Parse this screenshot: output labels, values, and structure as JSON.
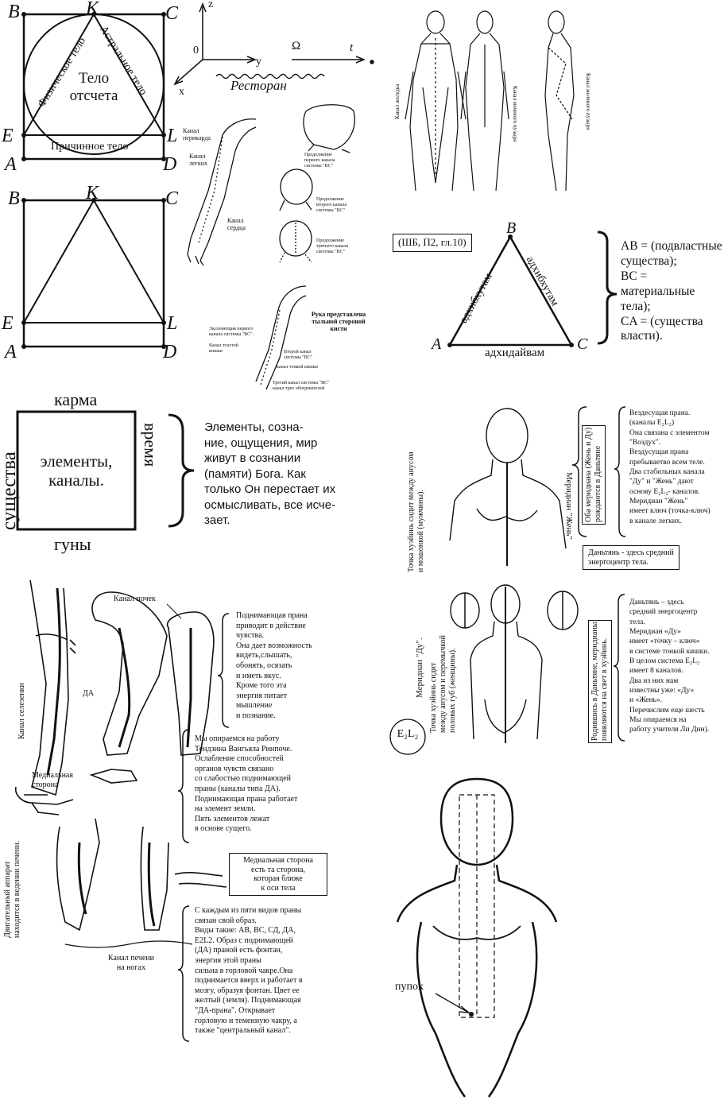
{
  "fig1": {
    "B": "B",
    "K": "K",
    "C": "C",
    "E": "E",
    "L": "L",
    "A": "A",
    "D": "D",
    "physical": "Физическое тело",
    "astral": "Астральное тело",
    "reference": "Тело\nотсчета",
    "causal": "Причинное тело"
  },
  "axes": {
    "z": "z",
    "y": "y",
    "x": "x",
    "zero": "0",
    "omega": "Ω",
    "t": "t",
    "restaurant": "Ресторан"
  },
  "fig2": {
    "B": "B",
    "K": "K",
    "C": "C",
    "E": "E",
    "L": "L",
    "A": "A",
    "D": "D"
  },
  "body_channels": {
    "stomach": "Канал желудка",
    "bladder": "Канал мочевого пузыря",
    "gallbladder": "Канал желчного пузыря"
  },
  "arm_channels": {
    "pericardium": "Канал\nперикарда",
    "lungs": "Канал\nлегких",
    "heart": "Канал\nсердца"
  },
  "head_channels": {
    "first": "Продолжение\nпервого канала\nсистемы \"ВС\"",
    "second": "Продолжение\nвторого канала\nсистемы \"ВС\"",
    "third": "Продолжение\nтретьего канала\nсистемы \"ВС\""
  },
  "back_arm": {
    "title": "Рука представлена\nтыльной стороной\nкисти",
    "exp": "Экспонепция первого\nканала системы \"ВС\".",
    "colon": "Канал толстой\nкишки",
    "second": "Второй канал\nсистемы \"ВС\"",
    "small": "канал тонкой кишки",
    "third": "Третий канал системы \"ВС\"\nканал трех обогревателей"
  },
  "triangle": {
    "ref": "(ШБ, П2, гл.10)",
    "A": "A",
    "B": "B",
    "C": "C",
    "left": "адхибхутам",
    "right": "адхибхутам",
    "bottom": "адхидайвам",
    "text": "AB = (подвластные\nсущества);\nBC = материальные\nтела);\nCA = (существа\nвласти)."
  },
  "square": {
    "top": "карма",
    "bottom": "гуны",
    "left": "существа",
    "right": "время",
    "center": "элементы,\nканалы.",
    "text": "Элементы, созна-\nние, ощущения, мир\nживут в сознании\n(памяти) Бога. Как\nтолько Он перестает их\nосмысливать, все исче-\nзает."
  },
  "zhen": {
    "side": "Точка хуэйинь сидит между анусом\nи мошонкой (мужчины).",
    "meridian": "Меридиан \"Жень\"",
    "both": "Оба меридиана (Жень и Ду)\nрождаются в Даньтяне",
    "text": "Вездесущая прана.\n(каналы E₂L₂)\nОна связана с элементом\n\"Воздух\".\nВездусущая прана\nпребываетво всем теле.\nДва стабильных канала\n\"Ду\" и \"Жень\" дают\nоснову E₂L₂- каналов.\nМеридиан \"Жень\"\nимеет ключ (точка-ключ)\n в канале легких.",
    "dantian": "Даньтянь - здесь средний\nэнергоцентр тела."
  },
  "du": {
    "meridian": "Меридиан \"Ду\".",
    "side": "Точка хуэйинь сидит\nмежду анусом и перемычкой\nполовых губ (женщины).",
    "born": "Родившись в Даньтяне, меридианы\nпоявляются на свет в хуэйинь.",
    "circle": "E₂L₂",
    "text": "Даньтянь – здесь\nсредний энергоцентр\nтела.\nМеридиан «Ду»\nимеет «точку – ключ»\nв системе тонкой кишки.\nВ целом система E₂L₂\nимеет 8 каналов.\nДва из них нам\nизвестны уже: «Ду»\nи «Жень».\nПеречислим еще шесть\nМы опираемся на\nработу учителя Ли Дин)."
  },
  "legs": {
    "kidney": "Канал почек",
    "spleen": "Канал селезенки",
    "da": "ДА",
    "medial": "Медиальная\nсторона",
    "motor": "Двигательный аппарат\nнаходится в ведении печени.",
    "liver": "Канал печени\nна ногах",
    "rising": "Поднимающая прана\nприводит в действие\nчувства.\nОна дает возможность\nвидеть,слышать,\nобонять, осязать\nи иметь вкус.\nКроме того эта\nэнергия питает\nмышление\nи познание.",
    "tenzin": "Мы опираемся на работу\nТендзина Вангьяла Ринпоче.\nОслабление способностей\nорганов чувств связано\nсо слабостью поднимающей\nпраны (каналы типа ДА).\nПоднимающая прана работает\nна элемент земли.\nПять элементов лежат\nв основе сущего.",
    "medial_box": "Медиальная сторона\nесть та сторона,\nкоторая ближе\nк оси тела",
    "prana": "С каждым из пяти видов праны\nсвязан свой образ.\nВиды такие: AB, BC, СД, ДА,\nE2L2. Образ с поднимающей\n(ДА) праной есть фонтан,\nэнергия этой праны\nсильна в горловой чакре.Она\nподнимается вверх и работает в\nмозгу, образуя фонтан. Цвет ее\nжелтый (земля). Поднимающая\n\"ДА-прана\". Открывает\nгорловую и теменную чакру, а\nтакже \"центральный канал\"."
  },
  "torso": {
    "navel": "пупок"
  }
}
